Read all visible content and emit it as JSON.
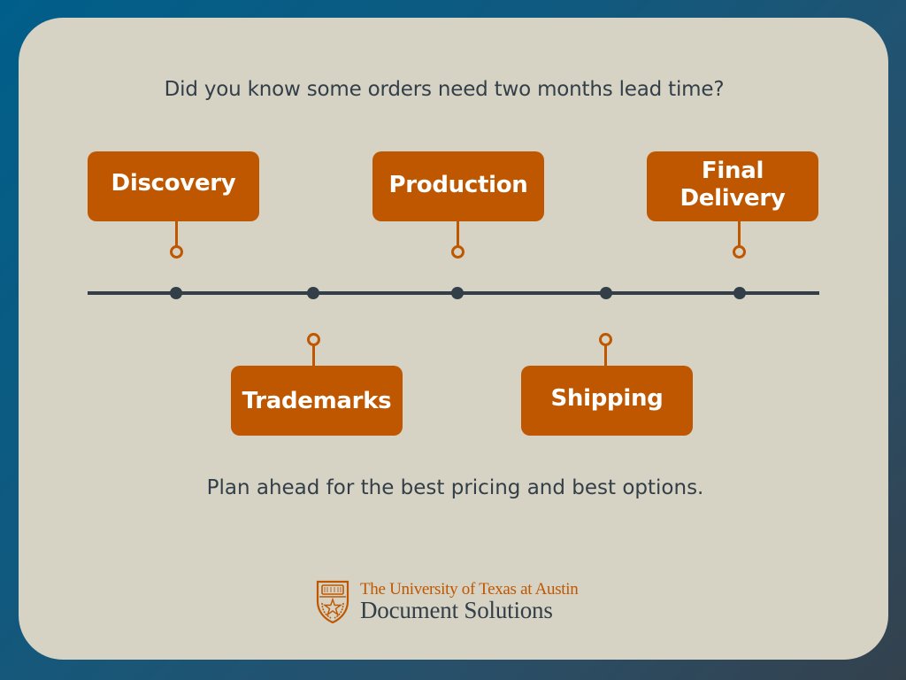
{
  "headline": "Did you know some orders need two months lead time?",
  "timeline": {
    "stages": [
      {
        "label": "Discovery",
        "position": "above",
        "order": 1
      },
      {
        "label": "Trademarks",
        "position": "below",
        "order": 2
      },
      {
        "label": "Production",
        "position": "above",
        "order": 3
      },
      {
        "label": "Shipping",
        "position": "below",
        "order": 4
      },
      {
        "label": "Final Delivery",
        "position": "above",
        "order": 5
      }
    ]
  },
  "footer_text": "Plan ahead for the best pricing and best options.",
  "logo": {
    "icon": "ut-shield-icon",
    "line1": "The University of Texas at Austin",
    "line2": "Document Solutions"
  },
  "colors": {
    "accent": "#bf5700",
    "text": "#333f48",
    "card": "#d6d2c4",
    "background_start": "#005f8a",
    "background_end": "#34414d"
  }
}
